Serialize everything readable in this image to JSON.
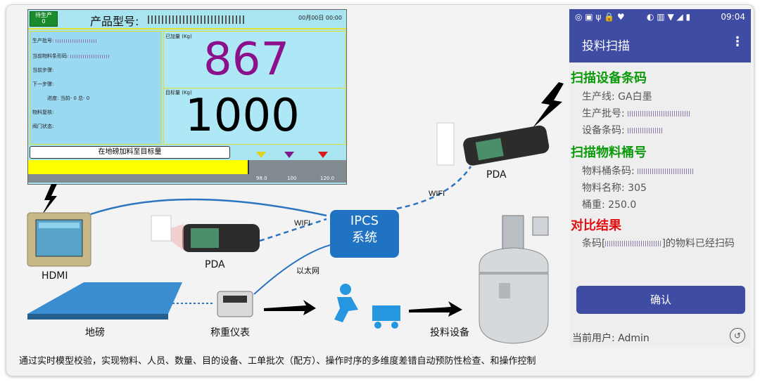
{
  "hmi": {
    "status_badge": "待生产",
    "status_count": "0",
    "title": "产品型号:",
    "datetime": "00月00日 00:00",
    "fields": {
      "batch": "生产批号:",
      "barcode": "当前物料条形码:",
      "current_step": "当前步骤:",
      "next_step": "下一步骤:",
      "progress": "进度: 当前- 0    总- 0",
      "material_check": "物料复核:",
      "valve_status": "阀门状态:"
    },
    "added_label": "已加量 (Kg)",
    "added_value": "867",
    "target_label": "目标量 (Kg)",
    "target_value": "1000",
    "instruction": "在地磅加料至目标量",
    "progress_fraction": 0.69,
    "tick_labels": [
      "98.0",
      "100",
      "120.0"
    ]
  },
  "diagram": {
    "ipcs_line1": "IPCS",
    "ipcs_line2": "系统",
    "wifi_label_1": "WIFI",
    "wifi_label_2": "WIFI",
    "ethernet_label": "以太网",
    "pda_label_1": "PDA",
    "pda_label_2": "PDA",
    "hdmi_label": "HDMI",
    "scale_label": "地磅",
    "weigher_label": "称重仪表",
    "feed_device_label": "投料设备"
  },
  "phone": {
    "status_time": "09:04",
    "app_title": "投料扫描",
    "section_device": "扫描设备条码",
    "line_label": "生产线:",
    "line_value": "GA白墨",
    "batch_label": "生产批号:",
    "device_code_label": "设备条码:",
    "section_material": "扫描物料桶号",
    "bucket_code_label": "物料桶条码:",
    "material_name_label": "物料名称:",
    "material_name_value": "305",
    "bucket_weight_label": "桶重:",
    "bucket_weight_value": "250.0",
    "section_result": "对比结果",
    "result_prefix": "条码[",
    "result_suffix": "]的物料已经扫码",
    "confirm_button": "确认",
    "current_user": "当前用户: Admin"
  },
  "footer": "通过实时模型校验，实现物料、人员、数量、目的设备、工单批次（配方）、操作时序的多维度差错自动预防性检查、和操作控制",
  "colors": {
    "hmi_bg": "#a9e4f1",
    "added_value": "#8c0f8c",
    "progress_fill": "#ffff00",
    "phone_bar": "#3f4ca3",
    "section_green": "#0a9a0a",
    "section_red": "#e01010",
    "ipcs_box": "#1f73c2"
  }
}
